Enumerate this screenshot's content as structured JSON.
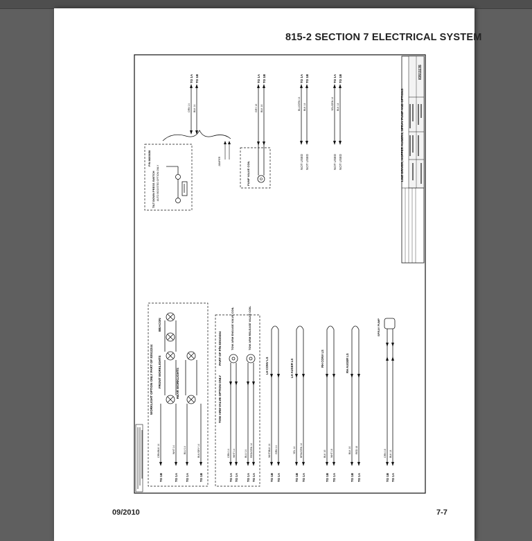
{
  "page": {
    "section_header": "815-2 SECTION 7 ELECTRICAL SYSTEM",
    "footer_date": "09/2010",
    "footer_page": "7-7"
  },
  "diagram": {
    "title_block": {
      "title": "LINE DRIVER, HOPPER AUGERS, SPRAY PUMP AND OPTIONS",
      "drawing_number": "83511135"
    },
    "groups": {
      "worklight": "WORKLIGHT OPTION ONLY   PART OF 83512244",
      "tow_arm_option": "TOW ARM VALVE OPTION ONLY",
      "tow_arm_part": "PART OF P/N 83510464",
      "tilt_down": "TILT DOWN PRESS SWITCH",
      "tilt_down_pn": "P/N 8683658",
      "tilt_down_note": "AUTO BOOSTED OPTION ONLY"
    },
    "components": {
      "beacon": "BEACON",
      "front_worklights": "FRONT WORKLIGHTS",
      "rear_worklights": "REAR WORKLIGHTS",
      "tow_engage": "TOW ARM ENGAGE VALVE COIL",
      "tow_release": "TOW ARM RELEASE VALVE COIL",
      "lh_conv": "LH CONV LS",
      "lh_auger": "LH AUGER LS",
      "rh_conv": "RH CONV LS",
      "rh_auger": "RH AUGER LS",
      "spray_pump": "SPRAY PUMP",
      "pump_valve": "PUMP VALVE COIL"
    },
    "labels": {
      "to_la": "TO 1A",
      "to_1a": "TO 1A",
      "to_1b": "TO 1B",
      "not_used": "NOT USED",
      "jumper": "JUMPER"
    },
    "wires": {
      "w1": "ORN 14",
      "w2": "BLK 14",
      "w3": "GRY 16",
      "w4": "BLK 16",
      "w5": "BLU/ORN 14",
      "w6": "BLK 14",
      "w7": "YEL/ORN 14",
      "w8": "BLK 14",
      "w9": "ORN/BLK 14",
      "w10": "WHT 14",
      "w11": "BLU 14",
      "w12": "BLK/GRY 14",
      "w13": "ORN 14",
      "w14": "WHT 14",
      "w15": "BLU 14",
      "w16": "RED/ORN 14",
      "w17": "WHT/BLK 14",
      "w18": "GRN 14",
      "w19": "YEL 14",
      "w20": "BRN/ORN 14",
      "w21": "BLK 16",
      "w22": "WHT 16",
      "w23": "BLK 16",
      "w24": "RED 16",
      "w25": "ORN 16"
    }
  }
}
